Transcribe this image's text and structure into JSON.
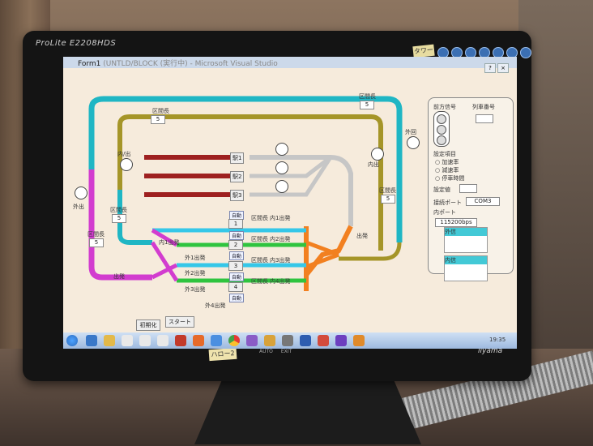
{
  "monitor": {
    "brand": "ProLite E2208HDS",
    "logo": "iiyama",
    "sticker_top": "タワー",
    "tag": "ハロー2",
    "buttons": [
      "AUTO",
      "EXIT",
      "",
      "",
      ""
    ]
  },
  "window": {
    "title": "Form1",
    "title_extra": "(UNTLD/BLOCK (実行中) - Microsoft Visual Studio"
  },
  "layout": {
    "stations": [
      "駅1",
      "駅2",
      "駅3"
    ],
    "tracks": [
      "1",
      "2",
      "3",
      "4"
    ],
    "signal_labels": {
      "top_left": "区間長",
      "top_right": "区間長",
      "right_upper": "外回",
      "inner_ret": "内/出",
      "outer_left": "外出",
      "inner_right": "内出",
      "exit": "出発",
      "exit_right": "出発",
      "left_area": "区間長",
      "right_area": "区間長"
    },
    "rows": [
      {
        "label_l": "内1出発",
        "label_r": "区間長",
        "label_c": "内1出発"
      },
      {
        "label_l": "外1出発",
        "label_r": "区間長",
        "label_c": "内2出発"
      },
      {
        "label_l": "外2出発",
        "label_r": "区間長",
        "label_c": "内3出発"
      },
      {
        "label_l": "外3出発",
        "label_r": "区間長",
        "label_c": "内4出発"
      },
      {
        "label_l": "外4出発",
        "label_r": "",
        "label_c": ""
      }
    ],
    "auto_label": "自動",
    "value": "5"
  },
  "controls": {
    "panel_title_a": "前方信号",
    "panel_title_b": "列車番号",
    "settings_title": "設定項目",
    "opt1": "加速率",
    "opt2": "減速率",
    "opt3": "停車時間",
    "set_value": "設定値",
    "com_label": "接続ポート",
    "com_value": "COM3",
    "port_label": "内ポート",
    "baud": "115200bps",
    "list1_header": "外信",
    "list2_header": "内信",
    "btn_init": "初期化",
    "btn_start": "スタート"
  },
  "colors": {
    "outer": "#1fb6c4",
    "olive": "#a59528",
    "dark_red": "#9e2020",
    "gray": "#c6c6c6",
    "magenta": "#d23ccf",
    "orange": "#f28020",
    "cyan": "#35c7e8",
    "green": "#2fc43f",
    "yellow": "#e2c850"
  },
  "taskbar": {
    "clock": "19:35"
  }
}
